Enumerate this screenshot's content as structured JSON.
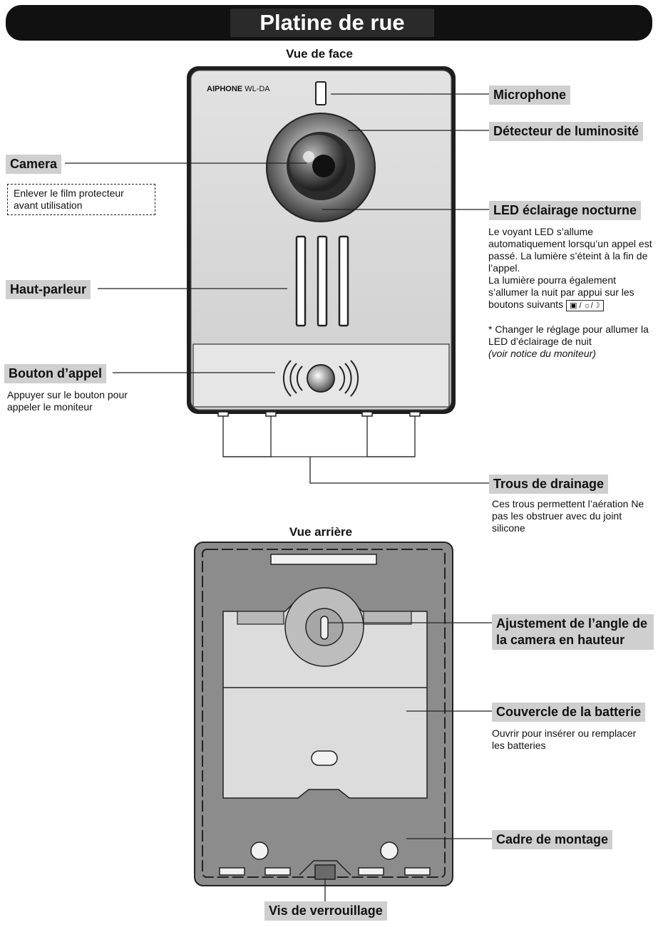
{
  "title": "Platine de rue",
  "front_view": {
    "title": "Vue de face",
    "brand": "AIPHONE",
    "model": "WL-DA",
    "labels": {
      "microphone": "Microphone",
      "light_sensor": "Détecteur de luminosité",
      "camera": "Camera",
      "camera_note": "Enlever le film protecteur avant utilisation",
      "led": "LED éclairage nocturne",
      "speaker": "Haut-parleur",
      "call_button": "Bouton d’appel",
      "drainage": "Trous de drainage"
    },
    "descriptions": {
      "led_para1": "Le voyant LED s’allume automatiquement lorsqu’un appel est passé. La lumière s’éteint à la fin de l’appel.",
      "led_para2": "La lumière pourra également s’allumer la nuit par appui sur les boutons suivants",
      "led_buttons": "▣ / ☼/☽",
      "led_note1": "* Changer le réglage pour allumer la LED d’éclairage de nuit",
      "led_note2": "(voir notice du moniteur)",
      "call_button": "Appuyer sur le bouton pour appeler le moniteur",
      "drainage": "Ces trous permettent l’aération Ne pas les obstruer avec du joint silicone"
    }
  },
  "rear_view": {
    "title": "Vue arrière",
    "labels": {
      "angle": "Ajustement de l’angle de la camera en hauteur",
      "battery_cover": "Couvercle de la batterie",
      "frame": "Cadre de montage",
      "screw": "Vis de verrouillage"
    },
    "descriptions": {
      "battery_cover": "Ouvrir pour insérer ou remplacer les batteries"
    }
  }
}
